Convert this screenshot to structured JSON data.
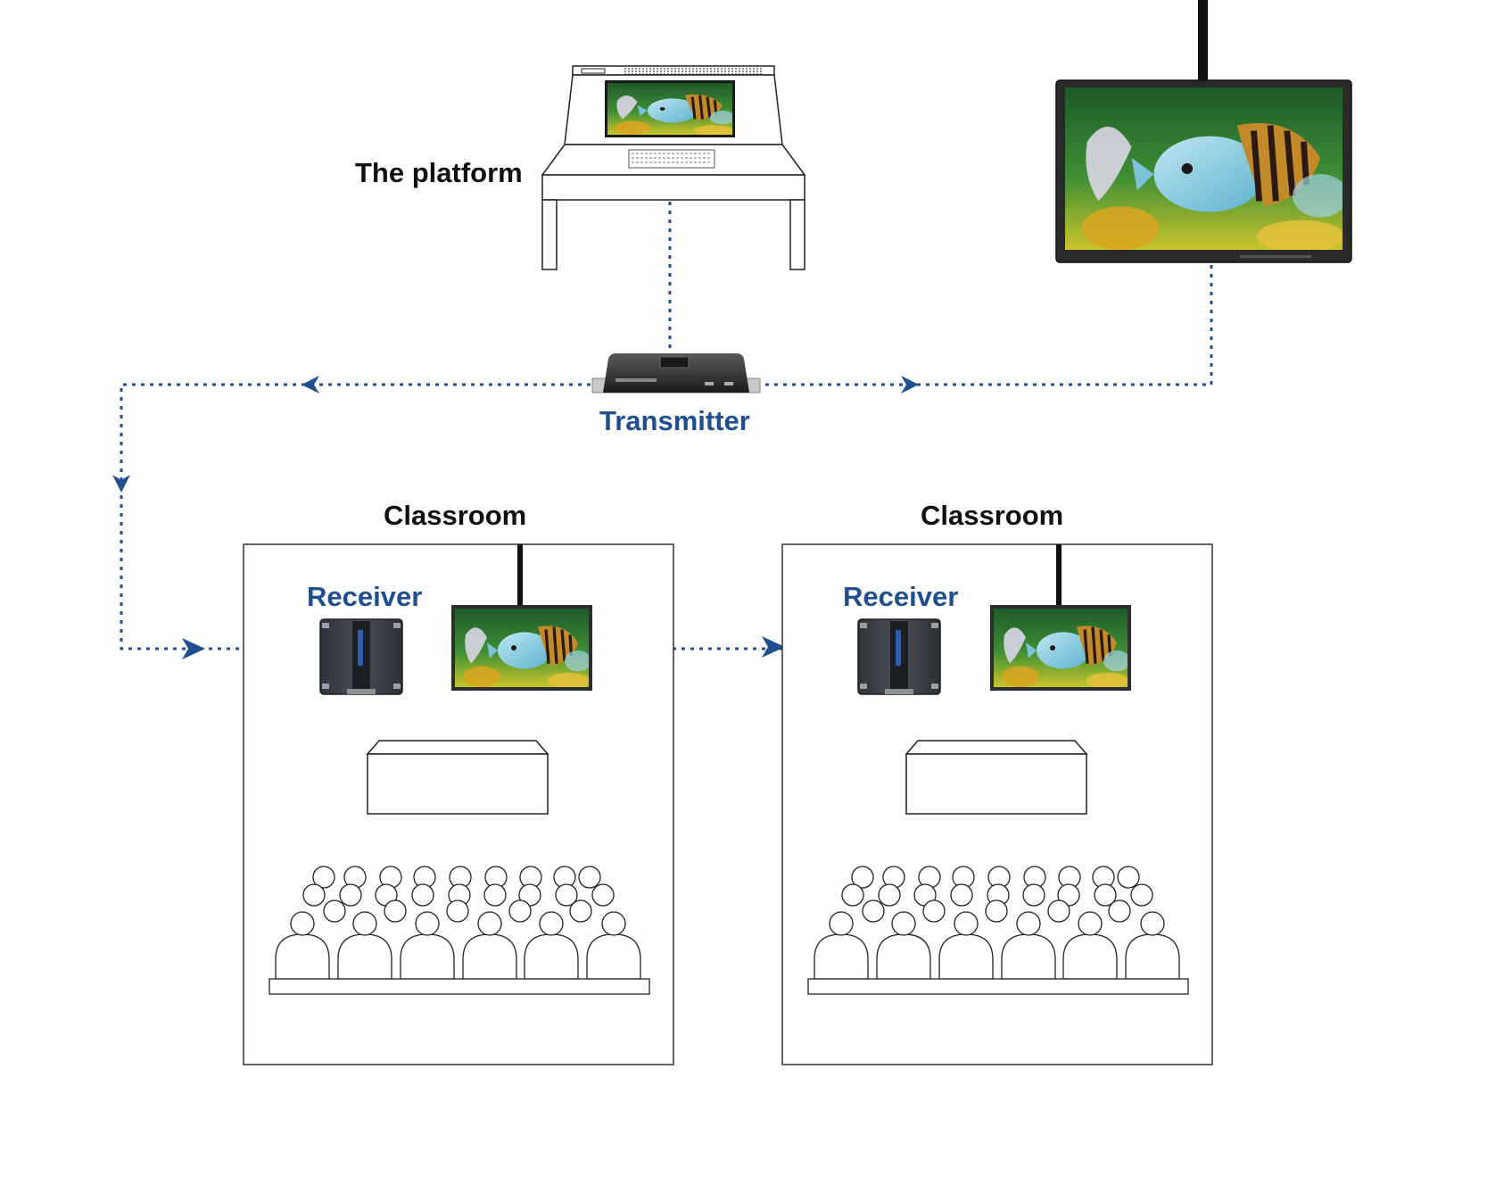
{
  "labels": {
    "platform": "The platform",
    "transmitter": "Transmitter",
    "classroom_left": "Classroom",
    "classroom_right": "Classroom",
    "receiver_left": "Receiver",
    "receiver_right": "Receiver"
  },
  "colors": {
    "accent": "#1f4f8e",
    "line": "#222222",
    "screen_water": "#2e7d32"
  },
  "icons": {
    "platform": "desk-with-monitor-icon",
    "wall_display": "ceiling-mounted-display-icon",
    "transmitter": "hdmi-transmitter-icon",
    "receiver": "hdmi-receiver-icon",
    "classroom_display": "display-icon",
    "teacher_desk": "desk-icon",
    "students": "audience-icon"
  }
}
